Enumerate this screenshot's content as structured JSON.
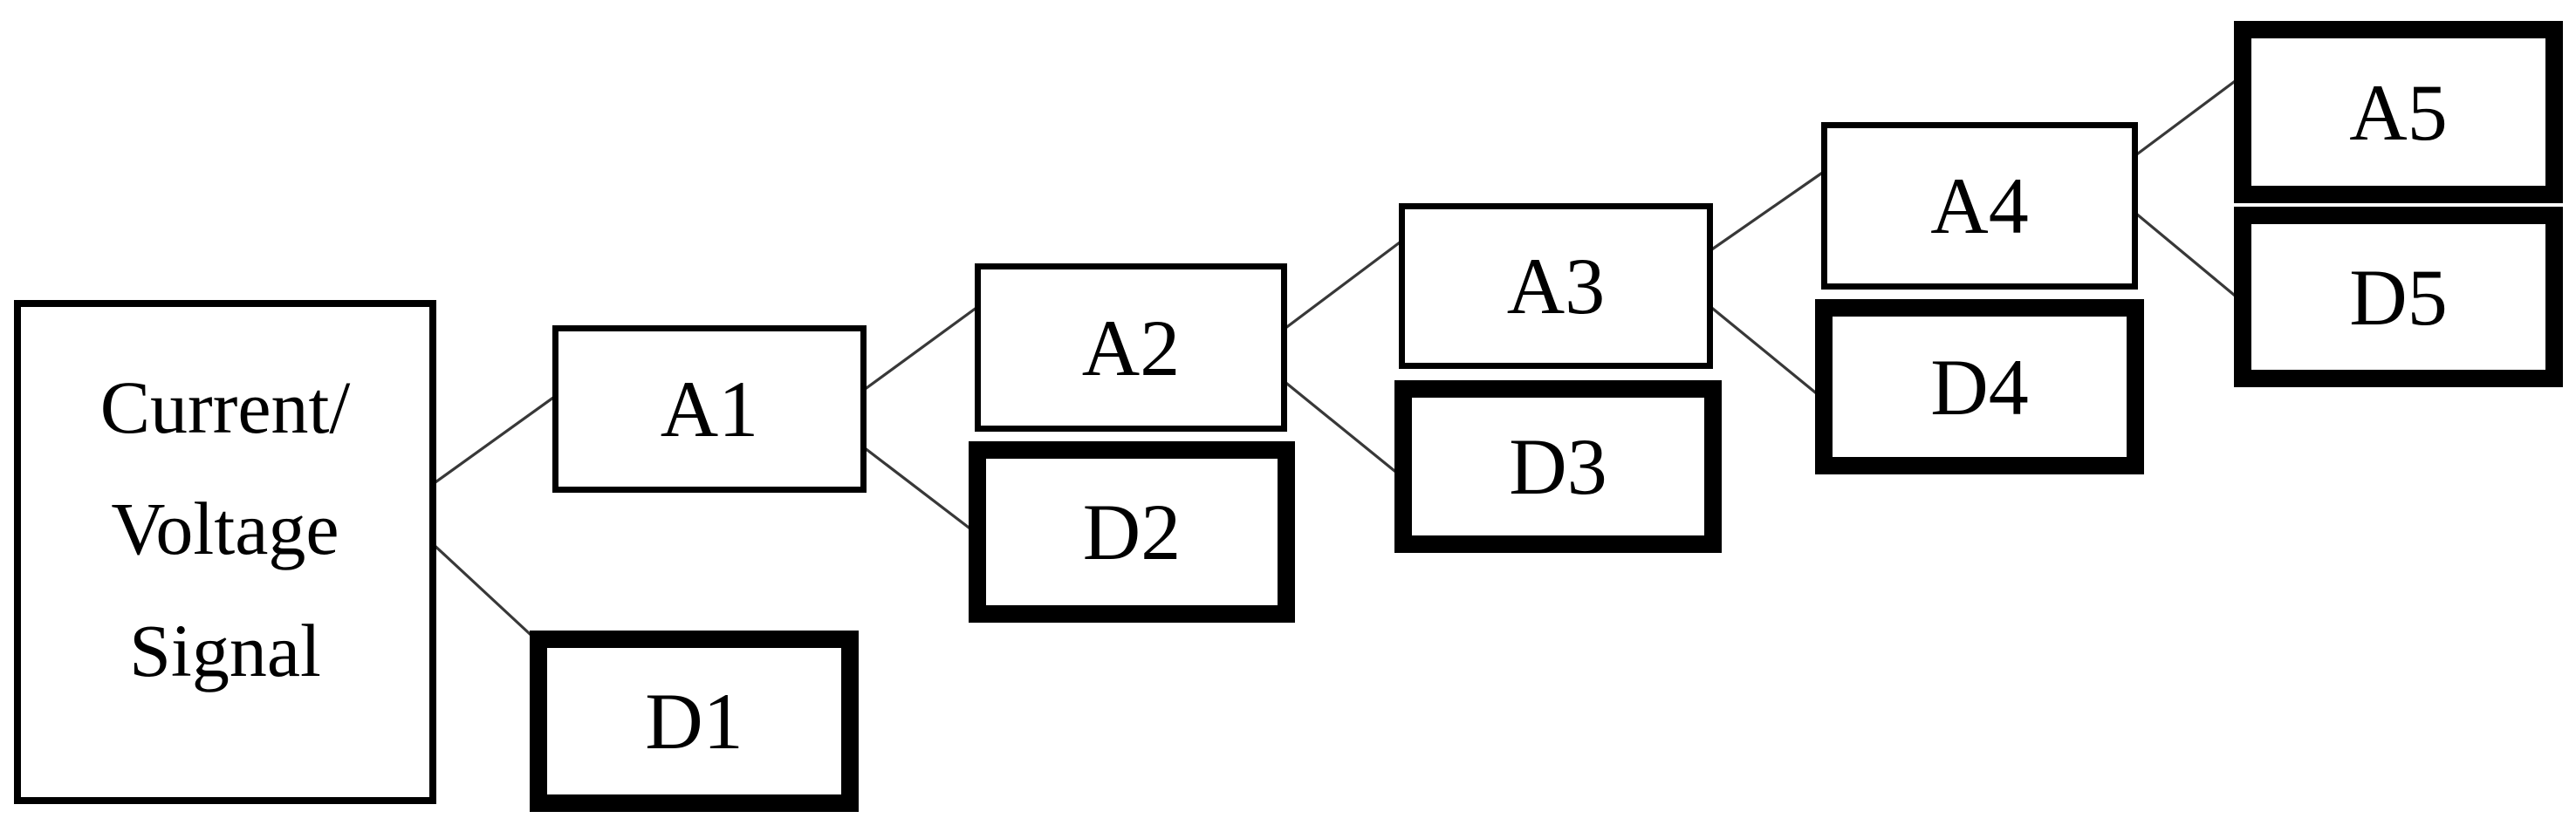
{
  "diagram": {
    "nodes": {
      "signal": {
        "label": "Current/\nVoltage\nSignal",
        "border": "medium"
      },
      "a1": {
        "label": "A1",
        "border": "thin"
      },
      "d1": {
        "label": "D1",
        "border": "thick"
      },
      "a2": {
        "label": "A2",
        "border": "thin"
      },
      "d2": {
        "label": "D2",
        "border": "thick"
      },
      "a3": {
        "label": "A3",
        "border": "thin"
      },
      "d3": {
        "label": "D3",
        "border": "thick"
      },
      "a4": {
        "label": "A4",
        "border": "thin"
      },
      "d4": {
        "label": "D4",
        "border": "thick"
      },
      "a5": {
        "label": "A5",
        "border": "thick"
      },
      "d5": {
        "label": "D5",
        "border": "thick"
      }
    },
    "edges": [
      {
        "from": "signal",
        "to": "a1"
      },
      {
        "from": "signal",
        "to": "d1"
      },
      {
        "from": "a1",
        "to": "a2"
      },
      {
        "from": "a1",
        "to": "d2"
      },
      {
        "from": "a2",
        "to": "a3"
      },
      {
        "from": "a2",
        "to": "d3"
      },
      {
        "from": "a3",
        "to": "a4"
      },
      {
        "from": "a3",
        "to": "d4"
      },
      {
        "from": "a4",
        "to": "a5"
      },
      {
        "from": "a4",
        "to": "d5"
      }
    ],
    "colors": {
      "background": "#ffffff",
      "box_border": "#000000",
      "text": "#000000",
      "connector_line": "#383838"
    }
  }
}
